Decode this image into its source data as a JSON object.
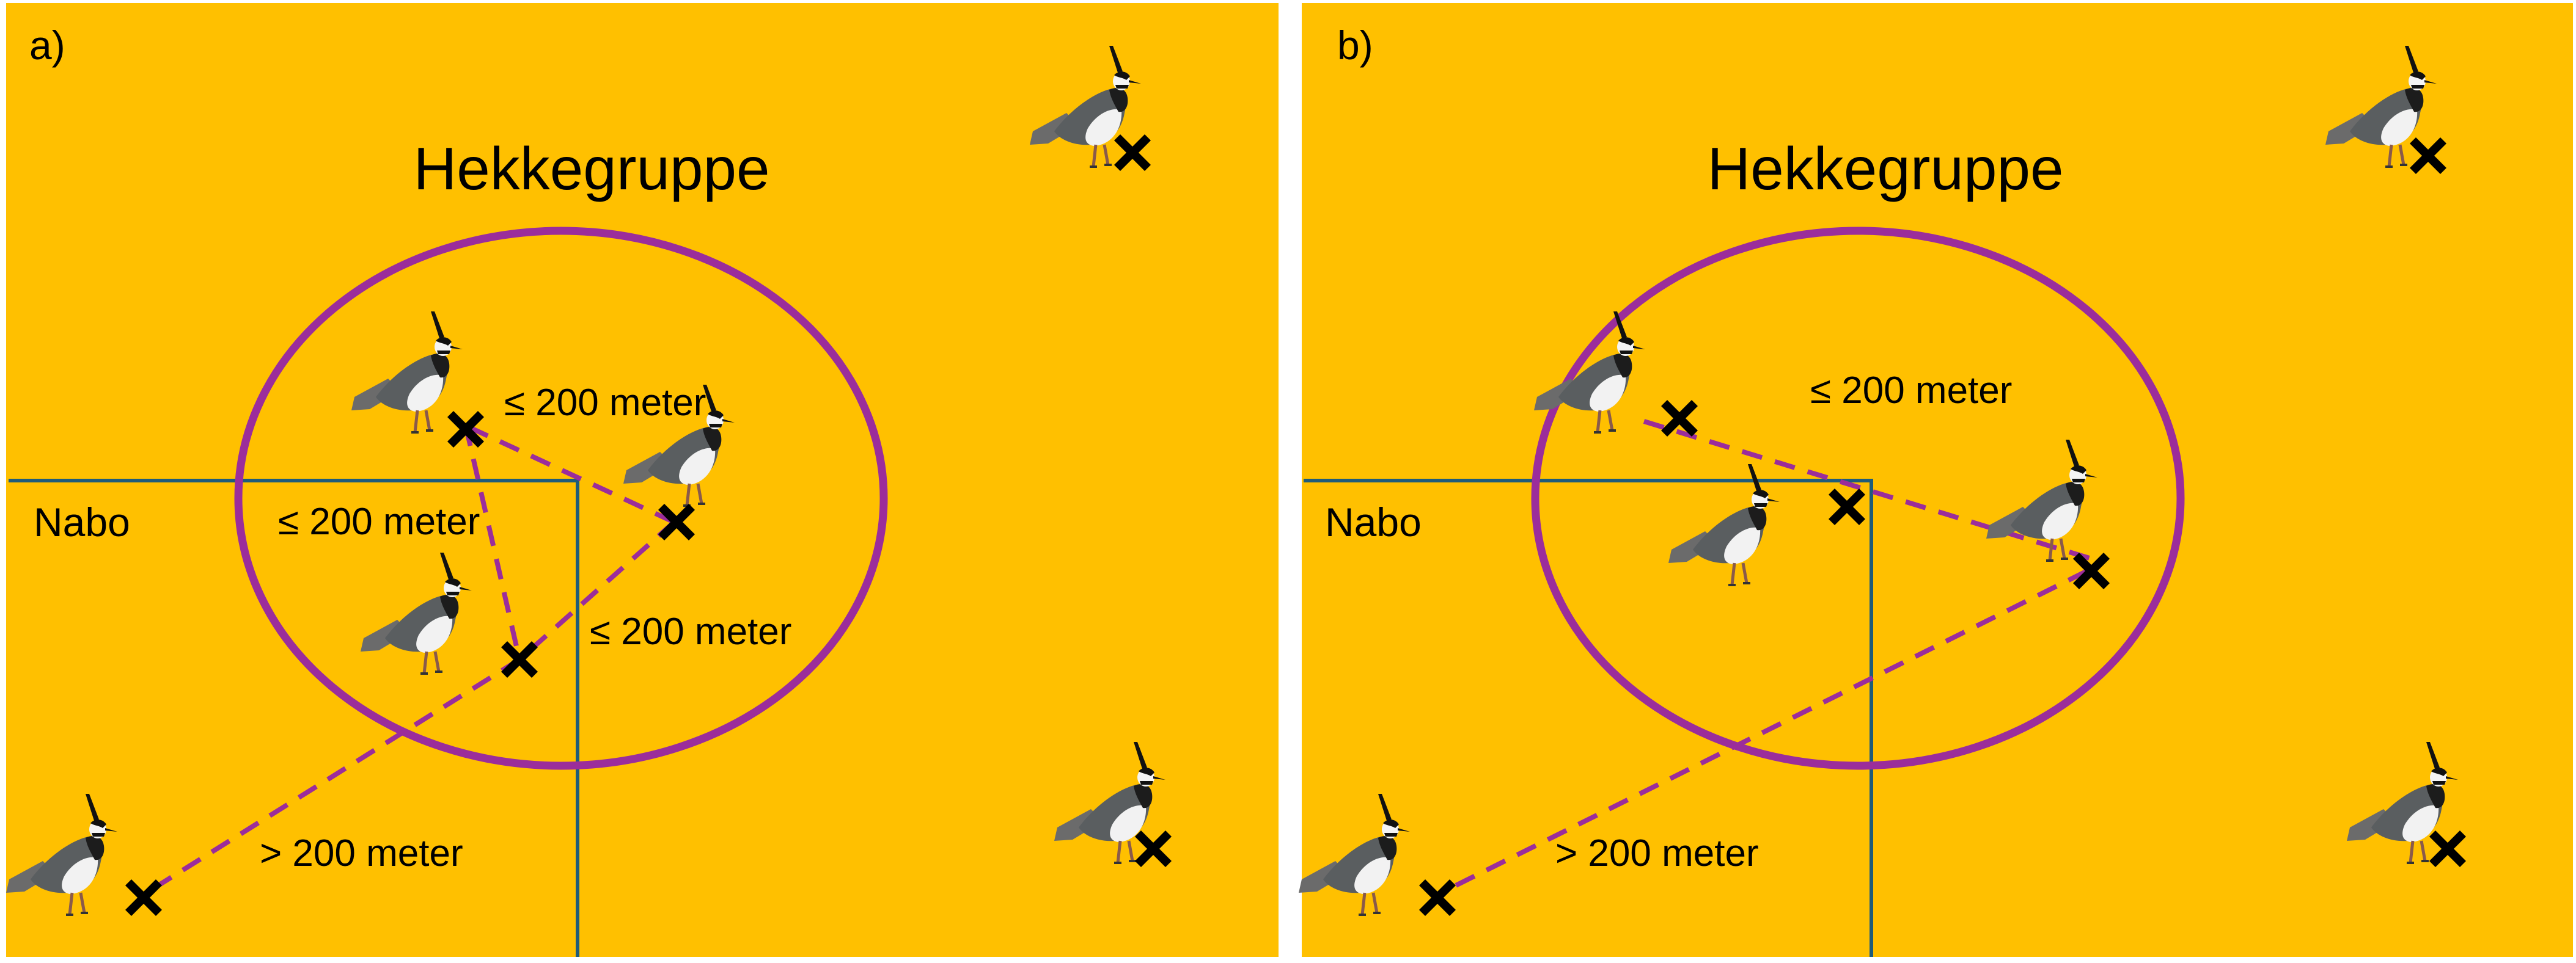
{
  "colors": {
    "background": "#FFC000",
    "group_ellipse": "#9B2D9B",
    "neighbor_boundary": "#1F5C7A",
    "distance_line": "#9B2D9B",
    "nest_marker": "#000000"
  },
  "panels": [
    {
      "id": "a",
      "panel_label": "a)",
      "title": "Hekkegruppe",
      "neighbor_label": "Nabo",
      "distance_labels": [
        "≤ 200 meter",
        "≤ 200 meter",
        "≤ 200 meter",
        "> 200 meter"
      ],
      "icons": [
        "lapwing-bird-icon",
        "nest-x-icon"
      ]
    },
    {
      "id": "b",
      "panel_label": "b)",
      "title": "Hekkegruppe",
      "neighbor_label": "Nabo",
      "distance_labels": [
        "≤ 200 meter",
        "> 200 meter"
      ],
      "icons": [
        "lapwing-bird-icon",
        "nest-x-icon"
      ]
    }
  ]
}
